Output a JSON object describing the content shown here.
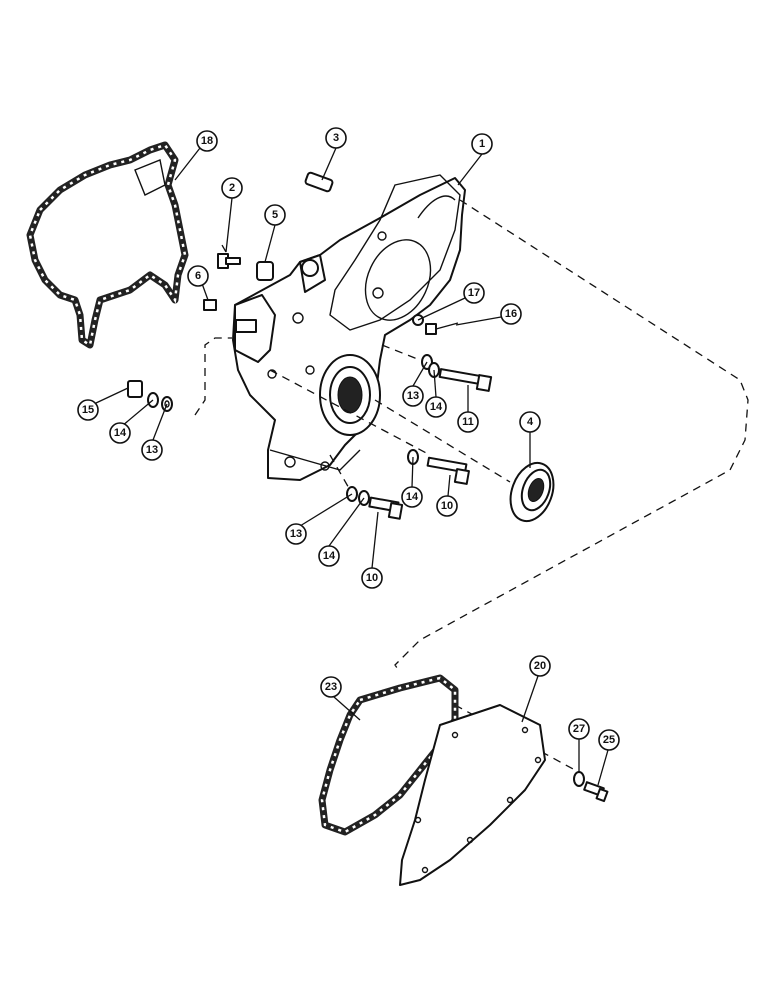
{
  "callouts": [
    {
      "key": "c1",
      "label": "1"
    },
    {
      "key": "c2",
      "label": "2"
    },
    {
      "key": "c3",
      "label": "3"
    },
    {
      "key": "c4",
      "label": "4"
    },
    {
      "key": "c5",
      "label": "5"
    },
    {
      "key": "c6",
      "label": "6"
    },
    {
      "key": "c10a",
      "label": "10"
    },
    {
      "key": "c10b",
      "label": "10"
    },
    {
      "key": "c11",
      "label": "11"
    },
    {
      "key": "c13a",
      "label": "13"
    },
    {
      "key": "c13b",
      "label": "13"
    },
    {
      "key": "c13c",
      "label": "13"
    },
    {
      "key": "c14a",
      "label": "14"
    },
    {
      "key": "c14b",
      "label": "14"
    },
    {
      "key": "c14c",
      "label": "14"
    },
    {
      "key": "c14d",
      "label": "14"
    },
    {
      "key": "c15",
      "label": "15"
    },
    {
      "key": "c16",
      "label": "16"
    },
    {
      "key": "c17",
      "label": "17"
    },
    {
      "key": "c18",
      "label": "18"
    },
    {
      "key": "c20",
      "label": "20"
    },
    {
      "key": "c23",
      "label": "23"
    },
    {
      "key": "c25",
      "label": "25"
    },
    {
      "key": "c27",
      "label": "27"
    }
  ]
}
